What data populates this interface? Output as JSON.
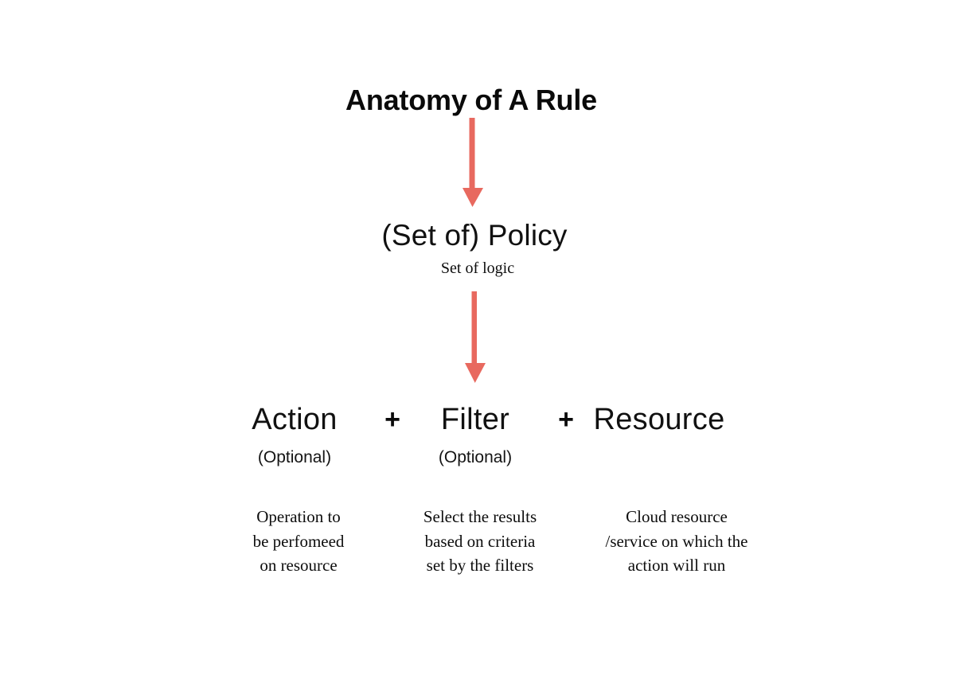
{
  "title": "Anatomy of A Rule",
  "colors": {
    "background": "#ffffff",
    "text": "#0a0a0a",
    "arrow": "#e8695f"
  },
  "flow": {
    "arrow_1": {
      "icon": "down-arrow-icon",
      "from": "Anatomy of A Rule",
      "to": "(Set of) Policy"
    },
    "arrow_2": {
      "icon": "down-arrow-icon",
      "from": "(Set of) Policy",
      "to": "Action + Filter + Resource"
    }
  },
  "policy": {
    "label": "(Set of) Policy",
    "subtitle": "Set of logic"
  },
  "operators": {
    "plus_1": "+",
    "plus_2": "+"
  },
  "components": [
    {
      "term": "Action",
      "optional": "(Optional)",
      "description_lines": [
        "Operation to",
        "be perfomeed",
        "on resource"
      ]
    },
    {
      "term": "Filter",
      "optional": "(Optional)",
      "description_lines": [
        "Select the results",
        "based on criteria",
        "set by the filters"
      ]
    },
    {
      "term": "Resource",
      "optional": "",
      "description_lines": [
        "Cloud resource",
        "/service on which the",
        "action will run"
      ]
    }
  ]
}
